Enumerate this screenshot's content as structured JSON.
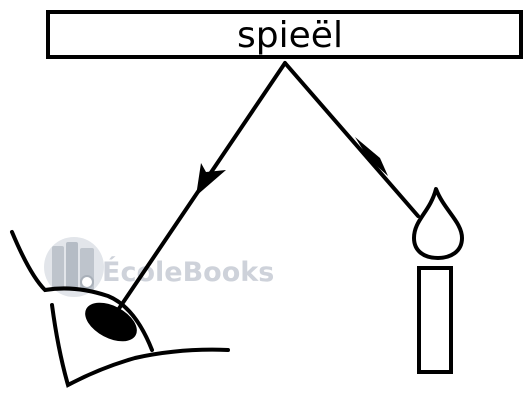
{
  "mirror": {
    "label": "spieël"
  },
  "watermark": {
    "text": "ÉcoleBooks"
  },
  "colors": {
    "ink": "#000000",
    "background": "#ffffff",
    "watermark_fill": "#c9ced6"
  },
  "icons": [
    "eye-icon",
    "candle-icon",
    "book-stack-logo"
  ]
}
